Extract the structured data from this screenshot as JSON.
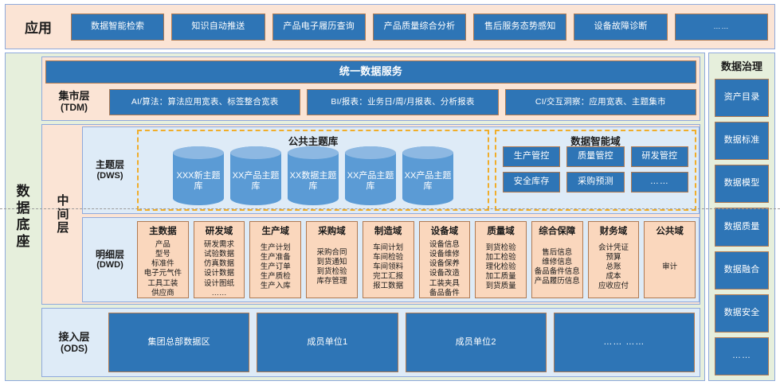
{
  "application": {
    "row_label": "应用",
    "apps": [
      "数据智能检索",
      "知识自动推送",
      "产品电子履历查询",
      "产品质量综合分析",
      "售后服务态势感知",
      "设备故障诊断",
      "……"
    ]
  },
  "base": {
    "label": "数据底座"
  },
  "tdm": {
    "unified_service": "统一数据服务",
    "label_cn": "集市层",
    "label_en": "(TDM)",
    "items": [
      "AI/算法：算法应用宽表、标签整合宽表",
      "BI/报表：业务日/周/月报表、分析报表",
      "CI/交互洞察：应用宽表、主题集市"
    ]
  },
  "middle": {
    "label": "中间层"
  },
  "dws": {
    "label_cn": "主题层",
    "label_en": "(DWS)",
    "public_zone_title": "公共主题库",
    "cylinders": [
      "XXX新主题库",
      "XX产品主题库",
      "XX数据主题库",
      "XX产品主题库",
      "XX产品主题库"
    ],
    "intel_zone_title": "数据智能域",
    "intel_items": [
      "生产管控",
      "质量管控",
      "研发管控",
      "安全库存",
      "采购预测",
      "……"
    ]
  },
  "dwd": {
    "label_cn": "明细层",
    "label_en": "(DWD)",
    "columns": [
      {
        "title": "主数据",
        "items": [
          "产品",
          "型号",
          "标准件",
          "电子元气件",
          "工具工装",
          "供应商"
        ]
      },
      {
        "title": "研发域",
        "items": [
          "研发需求",
          "试验数据",
          "仿真数据",
          "设计数据",
          "设计图纸",
          "……"
        ]
      },
      {
        "title": "生产域",
        "items": [
          "生产计划",
          "生产准备",
          "生产订单",
          "生产质检",
          "生产入库"
        ]
      },
      {
        "title": "采购域",
        "items": [
          "采购合同",
          "到货通知",
          "到货检验",
          "库存管理"
        ]
      },
      {
        "title": "制造域",
        "items": [
          "车间计划",
          "车间检验",
          "车间领料",
          "完工汇报",
          "报工数据"
        ]
      },
      {
        "title": "设备域",
        "items": [
          "设备信息",
          "设备维修",
          "设备保养",
          "设备改造",
          "工装夹具",
          "备品备件"
        ]
      },
      {
        "title": "质量域",
        "items": [
          "到货检验",
          "加工检验",
          "理化检验",
          "加工质量",
          "到货质量"
        ]
      },
      {
        "title": "综合保障",
        "items": [
          "售后信息",
          "维修信息",
          "备品备件信息",
          "产品履历信息"
        ]
      },
      {
        "title": "财务域",
        "items": [
          "会计凭证",
          "预算",
          "总账",
          "成本",
          "应收应付"
        ]
      },
      {
        "title": "公共域",
        "items": [
          "审计"
        ]
      }
    ]
  },
  "ods": {
    "label_cn": "接入层",
    "label_en": "(ODS)",
    "items": [
      "集团总部数据区",
      "成员单位1",
      "成员单位2",
      "…… ……"
    ]
  },
  "governance": {
    "title": "数据治理",
    "items": [
      "资产目录",
      "数据标准",
      "数据模型",
      "数据质量",
      "数据融合",
      "数据安全",
      "……"
    ]
  },
  "colors": {
    "blue_box": "#2e75b6",
    "box_border": "#b07a52",
    "peach_panel": "#fbe4d5",
    "light_blue_panel": "#deebf7",
    "green_panel": "#e6efdc",
    "dash_yellow": "#f0ad2a",
    "cylinder_body": "#5b9bd5",
    "cylinder_top": "#8db8e2",
    "dwd_col": "#fad7bd",
    "frame_border": "#8faadc"
  }
}
